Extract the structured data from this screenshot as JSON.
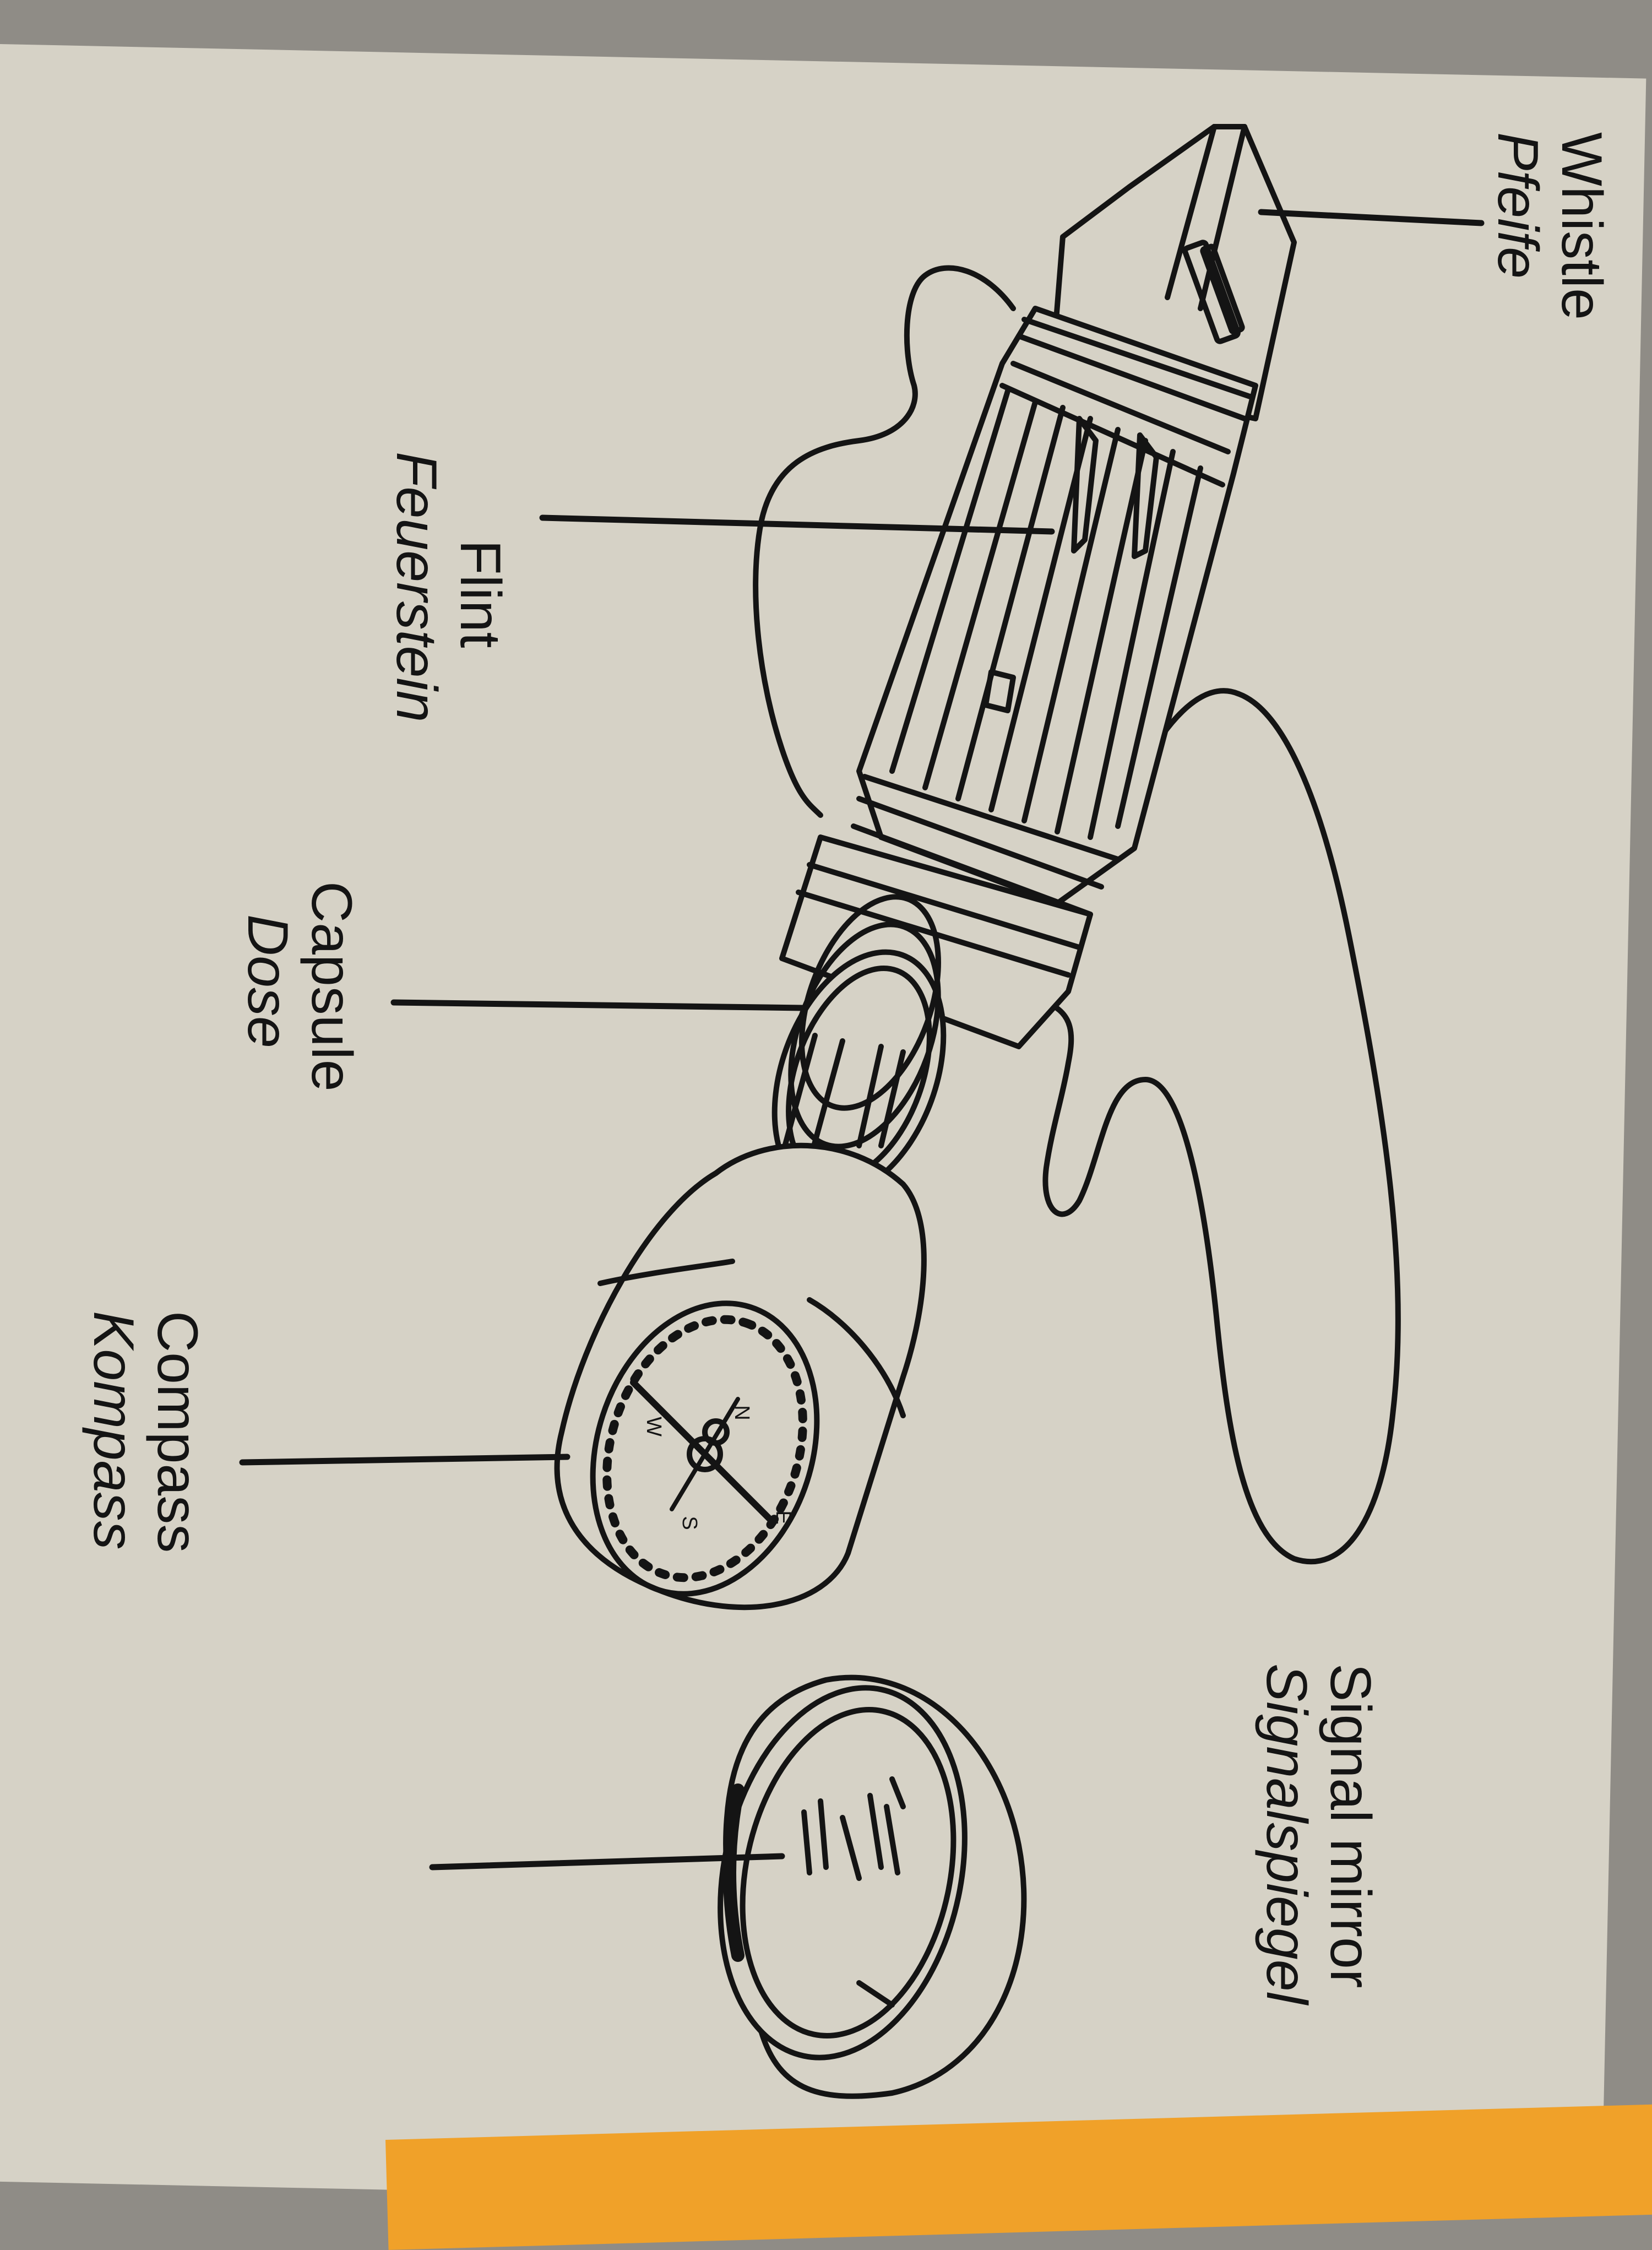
{
  "labels": {
    "whistle": {
      "en": "Whistle",
      "de": "Pfeife"
    },
    "flint": {
      "en": "Flint",
      "de": "Feuerstein"
    },
    "capsule": {
      "en": "Capsule",
      "de": "Dose"
    },
    "compass": {
      "en": "Compass",
      "de": "Kompass"
    },
    "mirror": {
      "en": "Signal mirror",
      "de": "Signalspiegel"
    }
  },
  "compass_face": {
    "n": "N",
    "e": "E",
    "s": "S",
    "w": "W"
  },
  "colors": {
    "paper": "#d6d2c6",
    "ink": "#141414",
    "accent": "#f0a129",
    "background": "#8f8c86"
  }
}
